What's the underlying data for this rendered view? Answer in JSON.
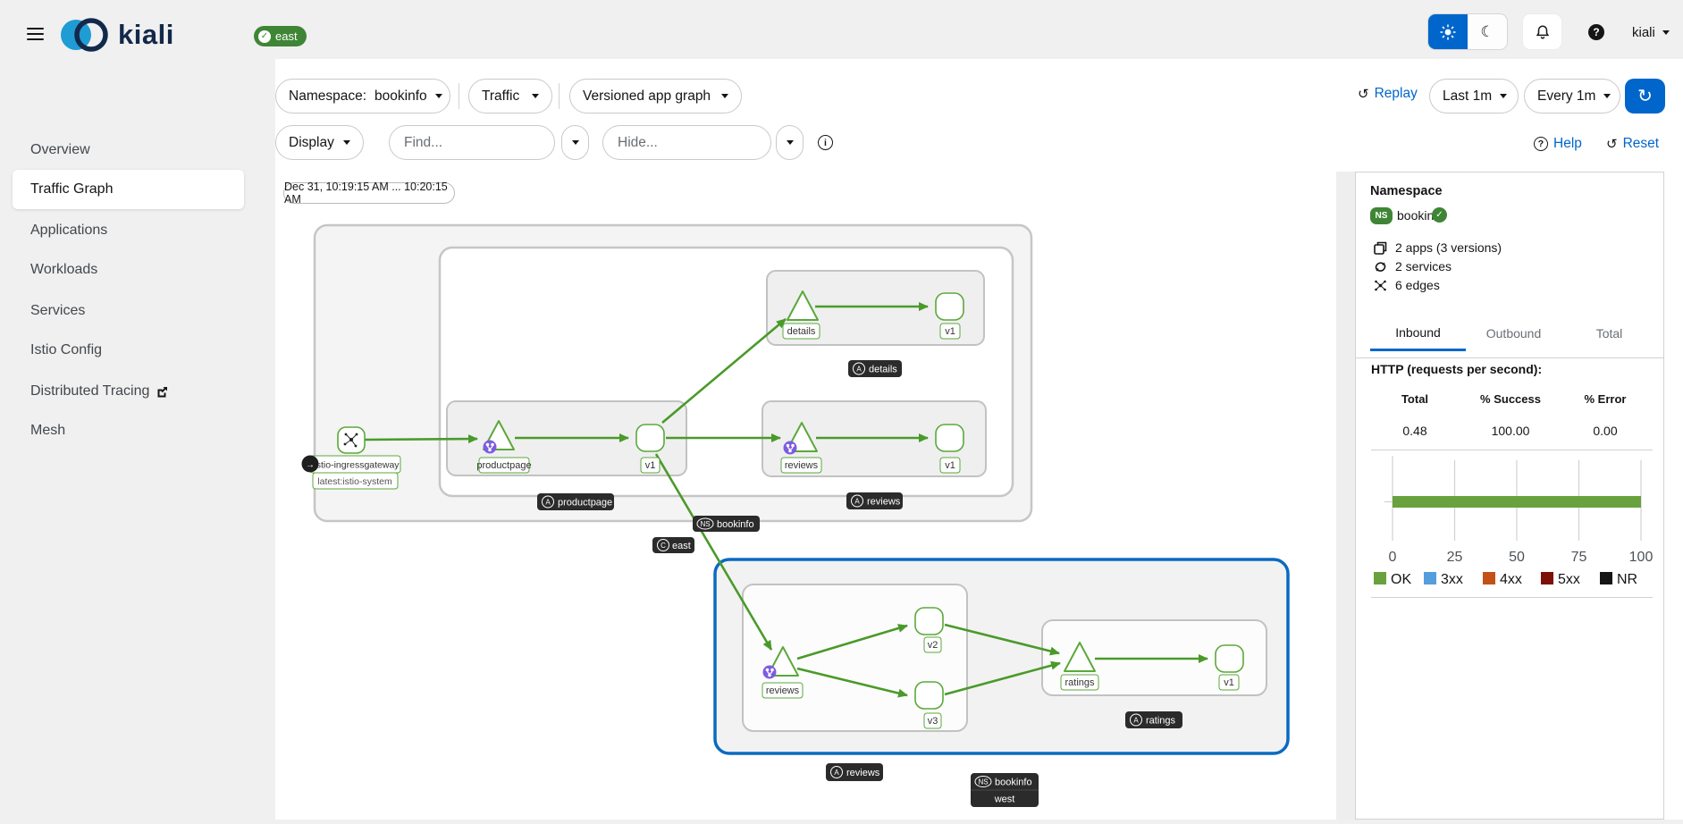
{
  "colors": {
    "accent_blue": "#0066cc",
    "kiali_green": "#3e8635",
    "edge_green": "#4a9a2a",
    "selection_blue": "#0a6ac1",
    "dark_badge": "#2b2b2b",
    "purple_version_icon": "#7c5ce0"
  },
  "header": {
    "brand": "kiali",
    "cluster_badge": "east",
    "user_menu": "kiali"
  },
  "sidebar": {
    "items": [
      "Overview",
      "Traffic Graph",
      "Applications",
      "Workloads",
      "Services",
      "Istio Config",
      "Distributed Tracing",
      "Mesh"
    ],
    "active": "Traffic Graph"
  },
  "toolbar": {
    "namespace_label": "Namespace:",
    "namespace_value": "bookinfo",
    "traffic": "Traffic",
    "graph_type": "Versioned app graph",
    "replay": "Replay",
    "duration": "Last 1m",
    "refresh_interval": "Every 1m",
    "display": "Display",
    "find_placeholder": "Find...",
    "hide_placeholder": "Hide...",
    "help": "Help",
    "reset": "Reset"
  },
  "graph": {
    "time_range": "Dec 31, 10:19:15 AM ... 10:20:15 AM",
    "gateway": {
      "name": "istio-ingressgateway",
      "revision": "latest:istio-system"
    },
    "labels": {
      "productpage": "productpage",
      "details": "details",
      "reviews": "reviews",
      "ratings": "ratings",
      "v1": "v1",
      "v2": "v2",
      "v3": "v3"
    },
    "badge_letters": {
      "app": "A",
      "namespace": "NS",
      "cluster": "C"
    },
    "badges": {
      "productpage": "productpage",
      "details": "details",
      "reviews": "reviews",
      "ratings": "ratings",
      "namespace": "bookinfo",
      "cluster_east": "east",
      "cluster_west": "west"
    }
  },
  "side_panel": {
    "title": "Namespace",
    "ns_abbr": "NS",
    "namespace": "bookinfo",
    "stats": [
      "2 apps (3 versions)",
      "2 services",
      "6 edges"
    ],
    "tabs": [
      "Inbound",
      "Outbound",
      "Total"
    ],
    "active_tab": "Inbound",
    "http_heading": "HTTP (requests per second):",
    "table": {
      "headers": [
        "Total",
        "% Success",
        "% Error"
      ],
      "values": [
        "0.48",
        "100.00",
        "0.00"
      ]
    }
  },
  "chart_data": {
    "type": "bar",
    "orientation": "horizontal",
    "title": "HTTP (requests per second)",
    "categories": [
      "inbound"
    ],
    "series": [
      {
        "name": "OK",
        "values": [
          100
        ],
        "color": "#68a13e"
      },
      {
        "name": "3xx",
        "values": [
          0
        ],
        "color": "#569ddd"
      },
      {
        "name": "4xx",
        "values": [
          0
        ],
        "color": "#c35117"
      },
      {
        "name": "5xx",
        "values": [
          0
        ],
        "color": "#7d1007"
      },
      {
        "name": "NR",
        "values": [
          0
        ],
        "color": "#151515"
      }
    ],
    "xlim": [
      0,
      100
    ],
    "xticks": [
      "0",
      "25",
      "50",
      "75",
      "100"
    ],
    "grid": true,
    "legend_position": "bottom"
  }
}
